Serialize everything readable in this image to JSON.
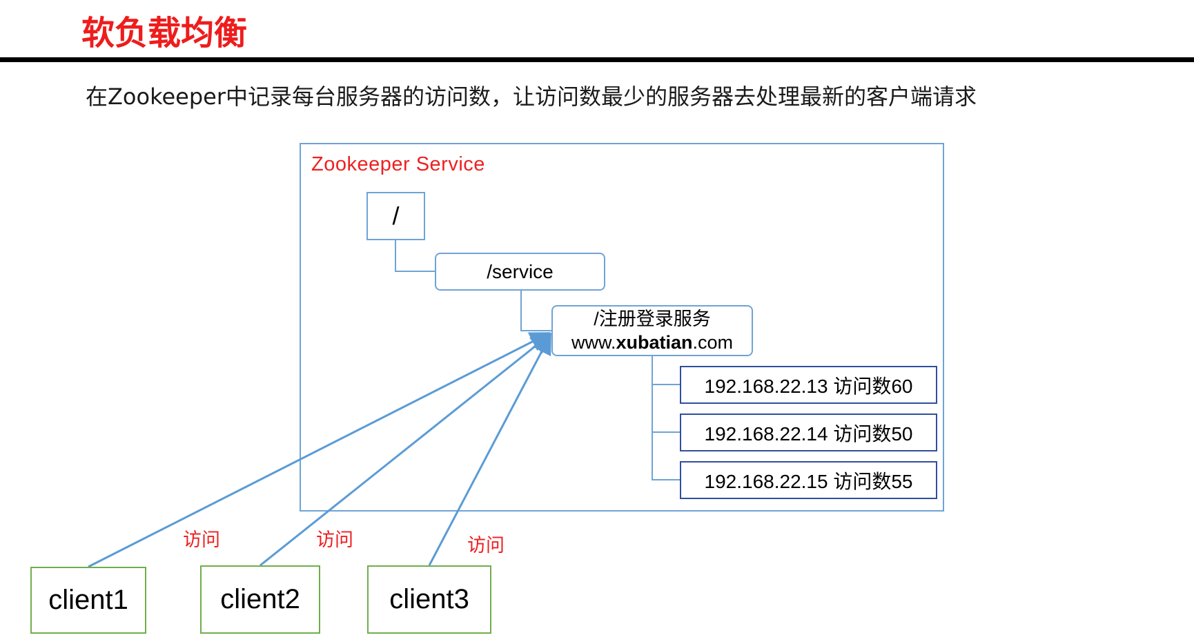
{
  "title": "软负载均衡",
  "subtitle": "在Zookeeper中记录每台服务器的访问数，让访问数最少的服务器去处理最新的客户端请求",
  "zookeeper_service": {
    "label": "Zookeeper Service",
    "root_node": "/",
    "service_node": "/service",
    "register_node": {
      "line1": "/注册登录服务",
      "url_prefix": "www.",
      "url_bold": "xubatian",
      "url_suffix": ".com"
    },
    "servers": [
      {
        "text": "192.168.22.13  访问数60"
      },
      {
        "text": "192.168.22.14 访问数50"
      },
      {
        "text": "192.168.22.15 访问数55"
      }
    ]
  },
  "clients": [
    {
      "label": "client1",
      "edge_label": "访问"
    },
    {
      "label": "client2",
      "edge_label": "访问"
    },
    {
      "label": "client3",
      "edge_label": "访问"
    }
  ],
  "colors": {
    "title": "#ee1c1c",
    "service_frame": "#6fa3d4",
    "server_border": "#2f4f9c",
    "client_border": "#6fae4a",
    "arrow": "#5b9bd5",
    "edge_label": "#ee2020"
  }
}
